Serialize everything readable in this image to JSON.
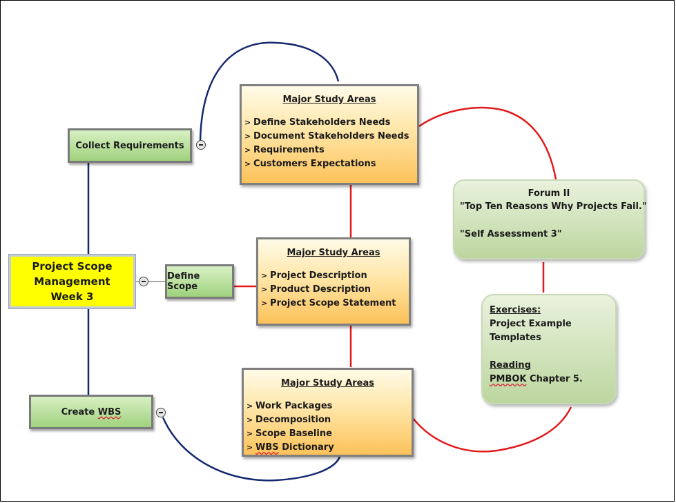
{
  "root": {
    "lines": [
      "Project Scope",
      "Management",
      "Week 3"
    ]
  },
  "branches": {
    "collect": {
      "label": "Collect Requirements"
    },
    "define": {
      "label": "Define Scope"
    },
    "create": {
      "label_prefix": "Create ",
      "label_marked": "WBS"
    }
  },
  "study_areas": [
    {
      "title": "Major Study Areas",
      "items": [
        "Define Stakeholders Needs",
        "Document Stakeholders Needs",
        "Requirements",
        "Customers Expectations"
      ]
    },
    {
      "title": "Major Study Areas",
      "items": [
        "Project Description",
        "Product Description",
        "Project Scope Statement"
      ]
    },
    {
      "title": "Major Study Areas",
      "items": [
        "Work Packages",
        "Decomposition",
        "Scope Baseline"
      ],
      "last_item_marked": "WBS",
      "last_item_rest": " Dictionary"
    }
  ],
  "forum": {
    "title": "Forum II",
    "quote": "\"Top Ten Reasons Why Projects Fail.\"",
    "assessment": "\"Self Assessment 3\""
  },
  "exercises": {
    "heading": "Exercises:",
    "line1": "Project Example",
    "line2": "Templates",
    "reading_heading": "Reading",
    "reading_marked": "PMBOK",
    "reading_rest": " Chapter 5."
  },
  "colors": {
    "navy_connector": "#14286e",
    "red_connector": "#e21a1a",
    "root_fill": "#ffff00"
  }
}
